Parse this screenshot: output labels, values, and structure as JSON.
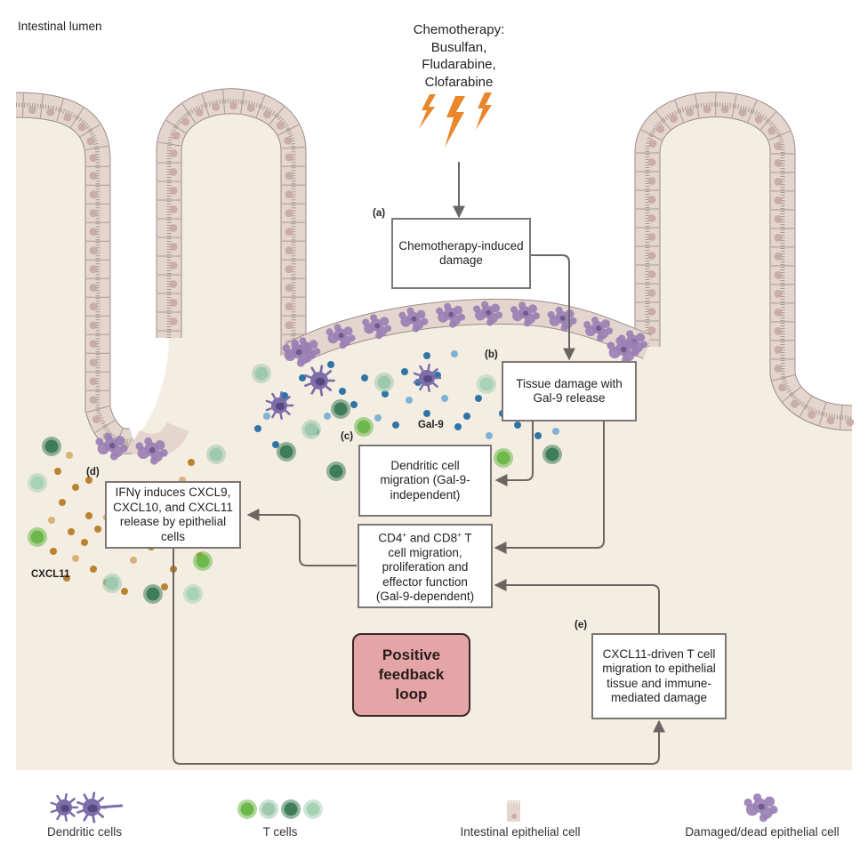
{
  "labels": {
    "lumen": "Intestinal lumen",
    "chemo_title": "Chemotherapy:",
    "chemo_drugs": [
      "Busulfan,",
      "Fludarabine,",
      "Clofarabine"
    ],
    "gal9": "Gal-9",
    "cxcl11": "CXCL11"
  },
  "steps": [
    {
      "tag": "(a)",
      "text": "Chemotherapy-induced damage"
    },
    {
      "tag": "(b)",
      "text": "Tissue damage with Gal-9 release"
    },
    {
      "tag": "(c)",
      "text": "Dendritic cell migration (Gal-9-independent)"
    },
    {
      "tag": "",
      "text_parts": [
        "CD4",
        "+",
        " and CD8",
        "+",
        " T cell migration, proliferation and effector function (Gal-9-dependent)"
      ]
    },
    {
      "tag": "(d)",
      "text": "IFNγ induces CXCL9, CXCL10, and CXCL11 release by epithelial cells"
    },
    {
      "tag": "(e)",
      "text": "CXCL11-driven T cell migration to epithelial tissue and immune-mediated damage"
    }
  ],
  "feedback": "Positive feedback loop",
  "legend": [
    {
      "icon": "dendritic-cell-icon",
      "label": "Dendritic cells"
    },
    {
      "icon": "t-cell-icon",
      "label": "T cells"
    },
    {
      "icon": "epithelial-cell-icon",
      "label": "Intestinal epithelial cell"
    },
    {
      "icon": "damaged-cell-icon",
      "label": "Damaged/dead epithelial cell"
    }
  ],
  "colors": {
    "tissue": "#f4ede2",
    "epithelium": "#e4d6cf",
    "nucleus": "#c8aea6",
    "damaged": "#9a80b4",
    "dendritic": "#7d6eaa",
    "gal9_dot": "#2f74a6",
    "gal9_dot_light": "#7fb2d3",
    "cxcl_dot": "#b98330",
    "cxcl_dot_light": "#d9b27a",
    "lightning": "#e8872c",
    "arrow": "#6b6662",
    "feedback_fill": "#e3a5a6",
    "tcell": [
      "#6db84a",
      "#9fc9ae",
      "#3f7d58",
      "#a8d2b6"
    ]
  }
}
